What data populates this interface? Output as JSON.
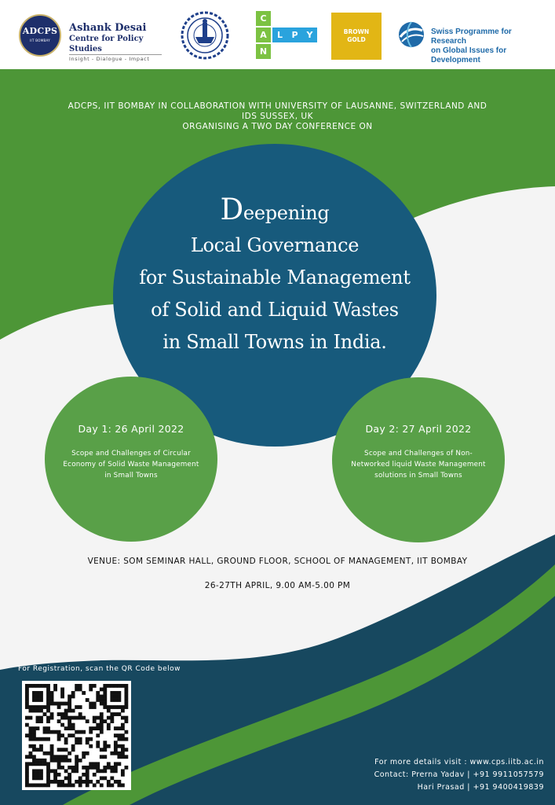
{
  "logos": {
    "adcps_seal_text": "ADCPS",
    "adcps_seal_subtext": "IIT BOMBAY",
    "adcps_name_line1": "Ashank Desai",
    "adcps_name_line2": "Centre for Policy Studies",
    "adcps_tagline": "Insight - Dialogue - Impact",
    "calpy_letters": [
      "C",
      "A",
      "L",
      "P",
      "Y",
      "N"
    ],
    "brown_gold_line1": "BROWN",
    "brown_gold_line2": "GOLD",
    "swiss_line1": "Swiss Programme for Research",
    "swiss_line2": "on Global Issues for Development"
  },
  "intro": {
    "line1": "ADCPS, IIT BOMBAY IN COLLABORATION WITH UNIVERSITY OF LAUSANNE, SWITZERLAND AND",
    "line2": "IDS SUSSEX, UK",
    "line3": "ORGANISING A TWO DAY CONFERENCE ON"
  },
  "title": {
    "first_letter": "D",
    "line1_rest": "eepening",
    "line2": "Local Governance",
    "line3": "for Sustainable Management",
    "line4": "of Solid and Liquid Wastes",
    "line5": "in Small Towns in India."
  },
  "day1": {
    "heading": "Day 1: 26 April 2022",
    "description": "Scope and Challenges of Circular Economy of Solid Waste Management in Small Towns"
  },
  "day2": {
    "heading": "Day 2: 27 April 2022",
    "description": "Scope and Challenges of Non-Networked liquid Waste Management solutions in Small Towns"
  },
  "venue": "VENUE: SOM SEMINAR HALL, GROUND FLOOR, SCHOOL OF MANAGEMENT, IIT BOMBAY",
  "dates": "26-27TH APRIL, 9.00 AM-5.00 PM",
  "registration": {
    "label": "For Registration, scan the QR Code below"
  },
  "contact": {
    "website_line": "For more details visit : www.cps.iitb.ac.in",
    "contact1_line": "Contact: Prerna Yadav  |  +91 9911057579",
    "contact2_line": "Hari Prasad    |  +91 9400419839"
  },
  "colors": {
    "green_band": "#4d9637",
    "day_circle": "#59a048",
    "main_circle": "#175a7c",
    "navy_band": "#17485f",
    "background": "#f4f4f4"
  }
}
